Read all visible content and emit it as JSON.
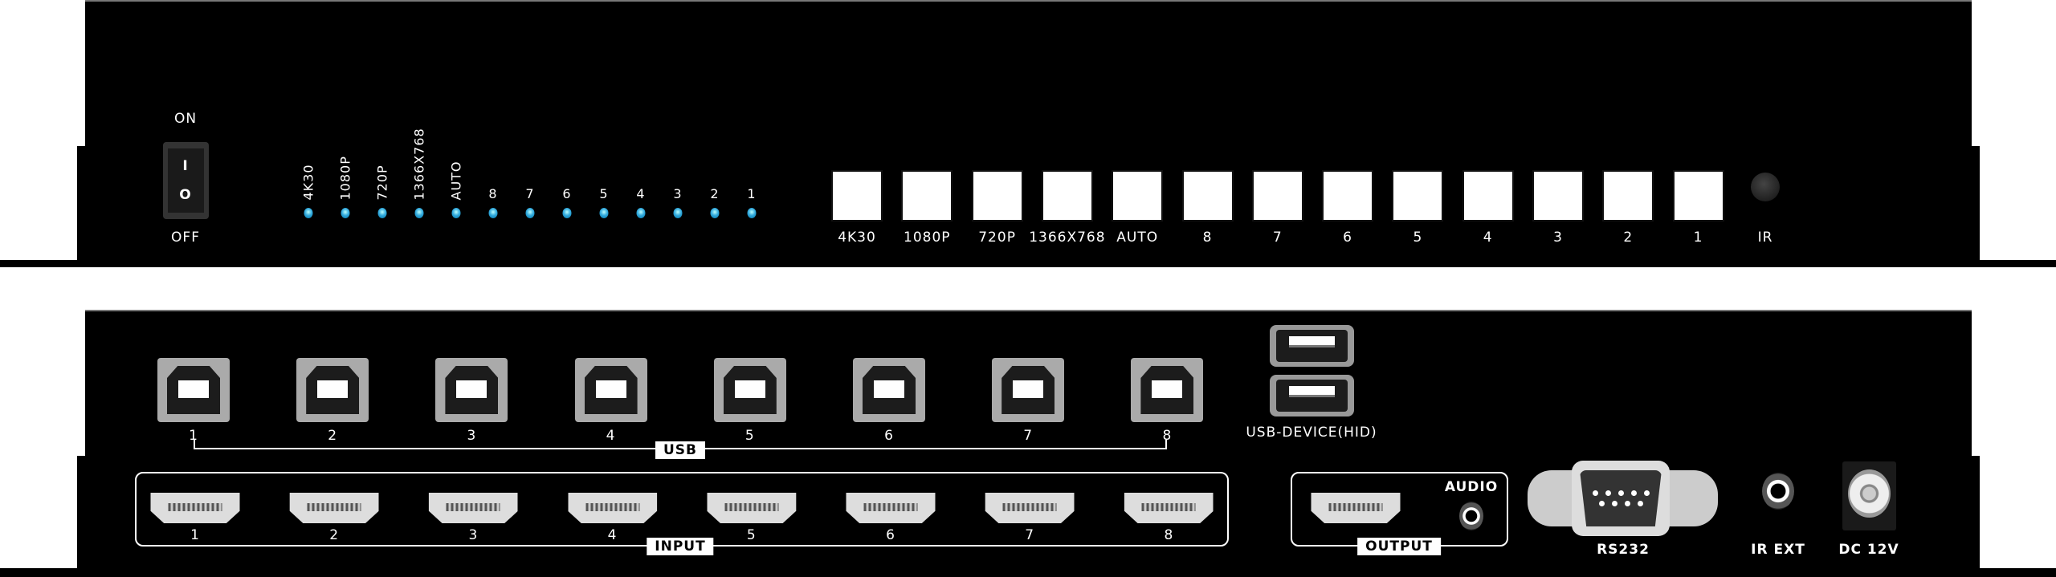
{
  "front": {
    "power": {
      "on_label": "ON",
      "off_label": "OFF",
      "on_symbol": "I",
      "off_symbol": "O"
    },
    "indicators": [
      "4K30",
      "1080P",
      "720P",
      "1366X768",
      "AUTO",
      "8",
      "7",
      "6",
      "5",
      "4",
      "3",
      "2",
      "1"
    ],
    "buttons": [
      "4K30",
      "1080P",
      "720P",
      "1366X768",
      "AUTO",
      "8",
      "7",
      "6",
      "5",
      "4",
      "3",
      "2",
      "1"
    ],
    "ir_label": "IR",
    "led_color": "#33aadd"
  },
  "rear": {
    "usb_ports": [
      "1",
      "2",
      "3",
      "4",
      "5",
      "6",
      "7",
      "8"
    ],
    "usb_group_label": "USB",
    "usb_device_label": "USB-DEVICE(HID)",
    "hdmi_inputs": [
      "1",
      "2",
      "3",
      "4",
      "5",
      "6",
      "7",
      "8"
    ],
    "input_group_label": "INPUT",
    "output_label": "OUTPUT",
    "audio_label": "AUDIO",
    "rs232_label": "RS232",
    "irext_label": "IR EXT",
    "dc_label": "DC 12V"
  }
}
